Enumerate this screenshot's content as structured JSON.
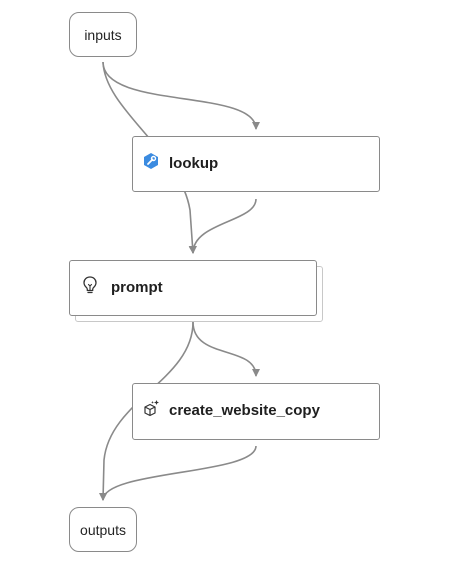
{
  "nodes": {
    "inputs": {
      "label": "inputs"
    },
    "lookup": {
      "label": "lookup",
      "icon": "python-tool-icon"
    },
    "prompt": {
      "label": "prompt",
      "icon": "lightbulb-icon"
    },
    "create_website_copy": {
      "label": "create_website_copy",
      "icon": "llm-sparkle-icon"
    },
    "outputs": {
      "label": "outputs"
    }
  },
  "edges": [
    {
      "from": "inputs",
      "to": "lookup"
    },
    {
      "from": "inputs",
      "to": "prompt"
    },
    {
      "from": "lookup",
      "to": "prompt"
    },
    {
      "from": "prompt",
      "to": "create_website_copy"
    },
    {
      "from": "prompt",
      "to": "outputs"
    },
    {
      "from": "create_website_copy",
      "to": "outputs"
    }
  ],
  "colors": {
    "edge": "#8a8a8a",
    "node_border": "#8a8a8a",
    "python_icon": "#3b8be0"
  }
}
